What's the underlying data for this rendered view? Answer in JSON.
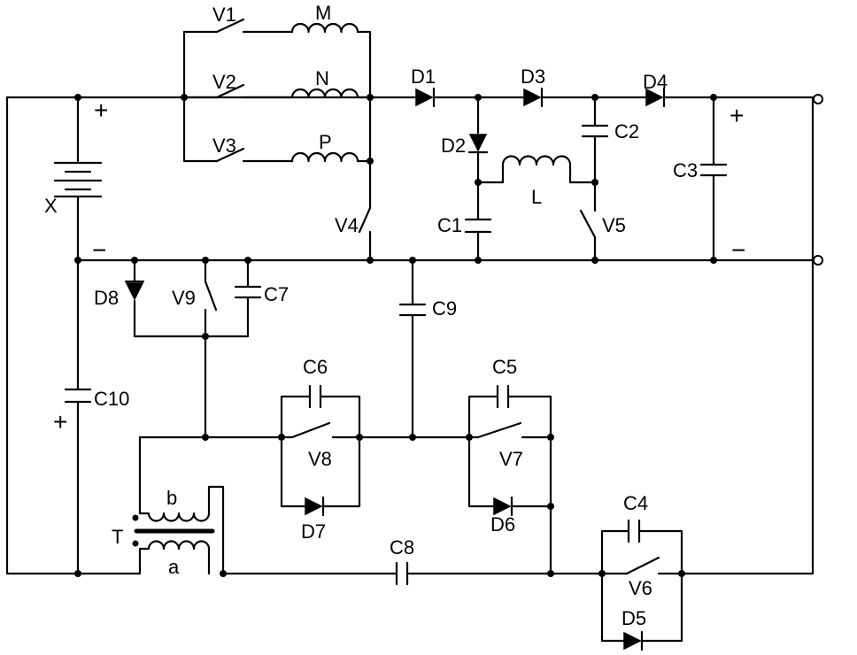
{
  "labels": {
    "V1": "V1",
    "V2": "V2",
    "V3": "V3",
    "V4": "V4",
    "V5": "V5",
    "V6": "V6",
    "V7": "V7",
    "V8": "V8",
    "V9": "V9",
    "M": "M",
    "N": "N",
    "P": "P",
    "L": "L",
    "D1": "D1",
    "D2": "D2",
    "D3": "D3",
    "D4": "D4",
    "D5": "D5",
    "D6": "D6",
    "D7": "D7",
    "D8": "D8",
    "C1": "C1",
    "C2": "C2",
    "C3": "C3",
    "C4": "C4",
    "C5": "C5",
    "C6": "C6",
    "C7": "C7",
    "C8": "C8",
    "C9": "C9",
    "C10": "C10",
    "X": "X",
    "T": "T",
    "a": "a",
    "b": "b"
  },
  "signs": {
    "battery_plus": "+",
    "battery_minus": "−",
    "output_plus": "+",
    "output_minus": "−",
    "c10_plus": "+"
  }
}
